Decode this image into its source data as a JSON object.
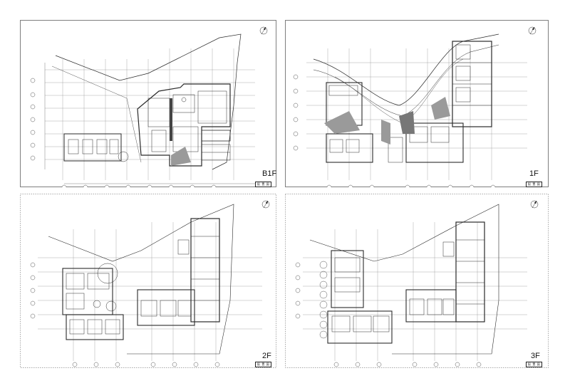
{
  "sheets": [
    {
      "id": "b1f",
      "floor_label": "B1F",
      "stamp_text": "配 置 図"
    },
    {
      "id": "1f",
      "floor_label": "1F",
      "stamp_text": "配 置 図"
    },
    {
      "id": "2f",
      "floor_label": "2F",
      "stamp_text": "配 置 図"
    },
    {
      "id": "3f",
      "floor_label": "3F",
      "stamp_text": "配 置 図"
    }
  ],
  "colors": {
    "line": "#2a2a2a",
    "fill": "#9a9a9a",
    "grid": "#555555"
  },
  "icons": [
    "north-arrow-icon",
    "grid-bubble-icon"
  ]
}
